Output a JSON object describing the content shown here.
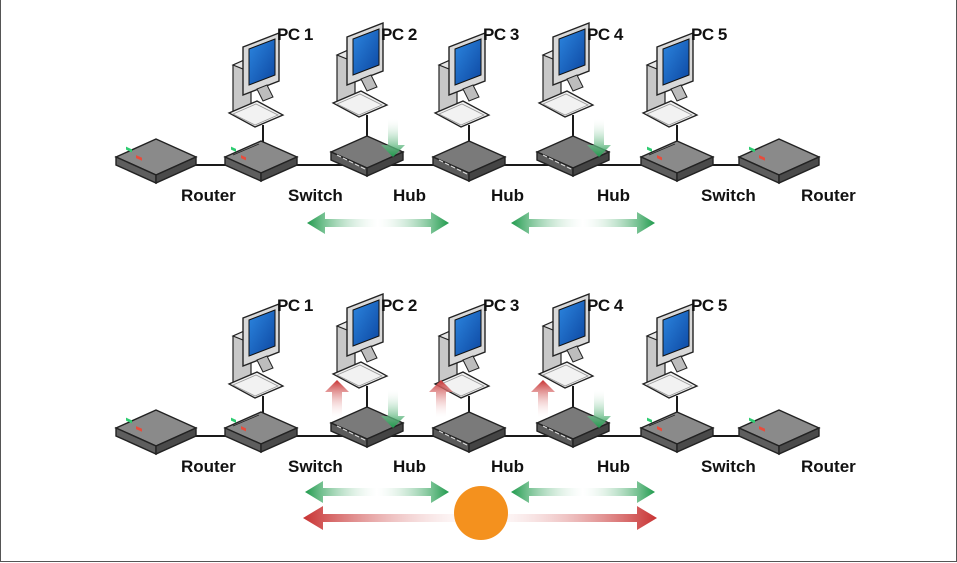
{
  "diagram": {
    "rows": [
      {
        "id": "top",
        "pcs": [
          "PC 1",
          "PC 2",
          "PC 3",
          "PC 4",
          "PC 5"
        ],
        "devices": [
          "Router",
          "Switch",
          "Hub",
          "Hub",
          "Hub",
          "Switch",
          "Router"
        ]
      },
      {
        "id": "bottom",
        "pcs": [
          "PC 1",
          "PC 2",
          "PC 3",
          "PC 4",
          "PC 5"
        ],
        "devices": [
          "Router",
          "Switch",
          "Hub",
          "Hub",
          "Hub",
          "Switch",
          "Router"
        ]
      }
    ],
    "colors": {
      "green_arrow": "#1f9a4c",
      "red_arrow": "#c83232",
      "collision": "#f4911e",
      "monitor_screen": "#1565c0",
      "device_body": "#6b6b6b",
      "cable": "#1a1a1a"
    }
  }
}
